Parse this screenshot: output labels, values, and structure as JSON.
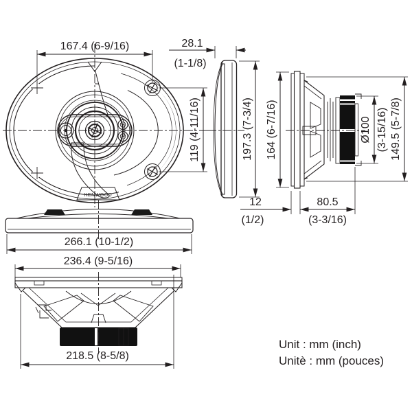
{
  "diagram": {
    "title": "speaker-dimensional-drawing",
    "brand": "KENWOOD",
    "dimensions": {
      "mounting_width": "167.4 (6-9/16)",
      "protrusion_depth_value": "28.1",
      "protrusion_depth_inch": "(1-1/8)",
      "mounting_height": "119 (4-11/16)",
      "overall_height_side": "197.3 (7-3/4)",
      "frame_height": "164 (6-7/16)",
      "magnet_diameter_value": "Ø100",
      "magnet_diameter_inch": "(3-15/16)",
      "basket_height": "149.5 (5-7/8)",
      "front_depth_value": "12",
      "front_depth_inch": "(1/2)",
      "mounting_depth_value": "80.5",
      "mounting_depth_inch": "(3-3/16)",
      "overall_width": "266.1 (10-1/2)",
      "body_width": "236.4 (9-5/16)",
      "cutout_width": "218.5 (8-5/8)"
    },
    "units": {
      "line1": "Unit : mm (inch)",
      "line2": "Unitè : mm (pouces)"
    }
  }
}
